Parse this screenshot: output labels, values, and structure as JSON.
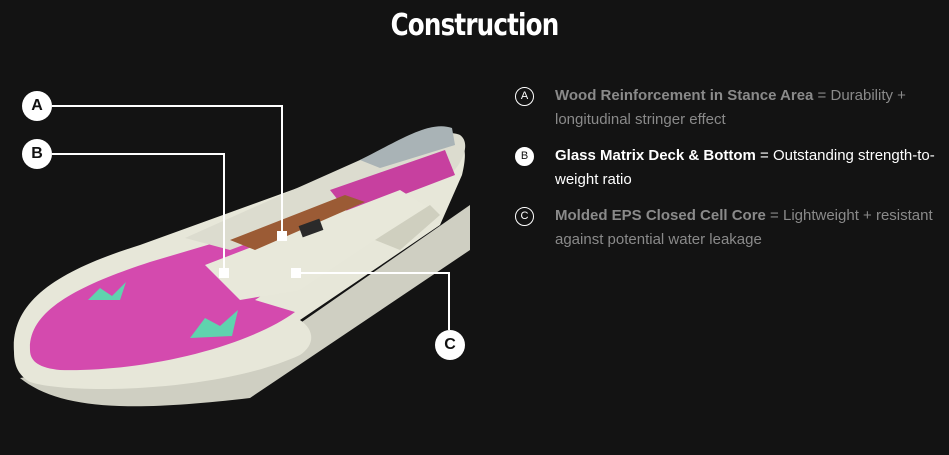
{
  "section_title": "Construction",
  "markers": {
    "a": "A",
    "b": "B",
    "c": "C"
  },
  "features": [
    {
      "badge": "A",
      "name": "Wood Reinforcement in Stance Area",
      "separator": " = ",
      "description": "Durability + longitudinal stringer effect",
      "active": false
    },
    {
      "badge": "B",
      "name": "Glass Matrix Deck & Bottom",
      "separator": " = ",
      "description": "Outstanding strength-to-weight ratio",
      "active": true
    },
    {
      "badge": "C",
      "name": "Molded EPS Closed Cell Core",
      "separator": " = ",
      "description": "Lightweight + resistant against potential water leakage",
      "active": false
    }
  ],
  "colors": {
    "background": "#131313",
    "board_shell": "#e7e7d9",
    "deck_pink": "#d44aae",
    "logo_mint": "#5fd3ae",
    "wood": "#9b5b35",
    "eps_core": "#ededde"
  }
}
